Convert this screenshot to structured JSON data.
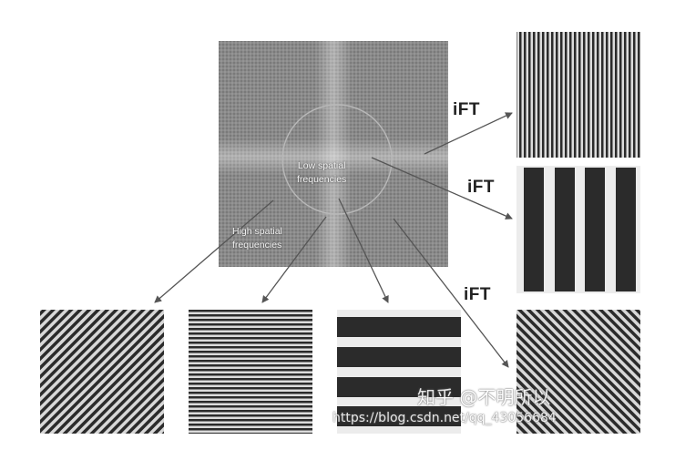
{
  "labels": {
    "ift_1": "iFT",
    "ift_2": "iFT",
    "ift_3": "iFT",
    "low_line1": "Low spatial",
    "low_line2": "frequencies",
    "high_line1": "High spatial",
    "high_line2": "frequencies"
  },
  "watermark": {
    "author": "知乎 @不明所以",
    "url": "https://blog.csdn.net/qq_43056684"
  },
  "colors": {
    "spectrum": "#8a8a8a",
    "stripe_dark": "#2b2b2b",
    "arrow": "#555555"
  }
}
